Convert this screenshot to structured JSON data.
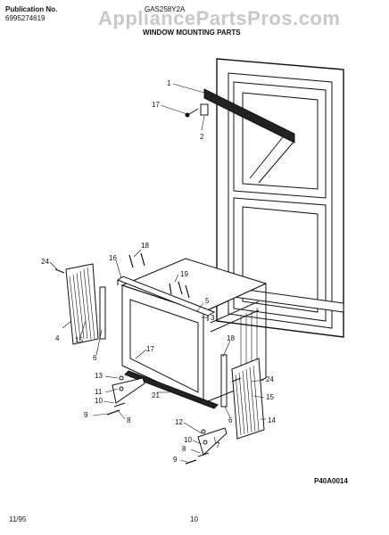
{
  "header": {
    "publication_label": "Publication No.",
    "publication_number": "6995274619",
    "model": "GAS258Y2A",
    "section_title": "WINDOW MOUNTING PARTS"
  },
  "watermark": "AppliancePartsPros.com",
  "drawing_code": "P40A0014",
  "footer": {
    "date": "11/95",
    "page": "10"
  },
  "callouts": {
    "c1": "1",
    "c17a": "17",
    "c2": "2",
    "c18a": "18",
    "c16": "16",
    "c24a": "24",
    "c19": "19",
    "c4": "4",
    "c15a": "15",
    "c6a": "6",
    "c5": "5",
    "c3": "3",
    "c17b": "17",
    "c18b": "18",
    "c13": "13",
    "c11": "11",
    "c10a": "10",
    "c9a": "9",
    "c8": "8",
    "c21": "21",
    "c24b": "24",
    "c15b": "15",
    "c6b": "6",
    "c14": "14",
    "c12": "12",
    "c10b": "10",
    "c8b": "8",
    "c9b": "9",
    "c7": "7"
  }
}
